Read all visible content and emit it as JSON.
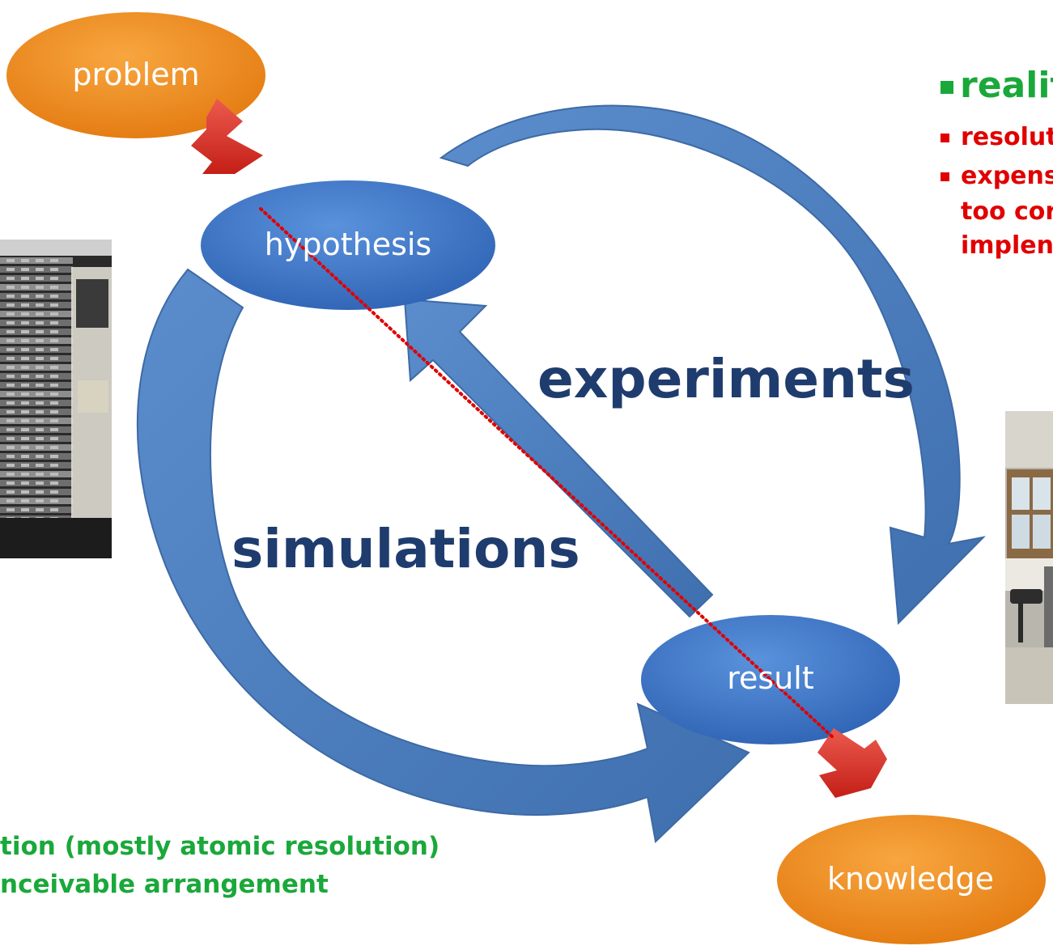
{
  "nodes": {
    "problem": "problem",
    "hypothesis": "hypothesis",
    "result": "result",
    "knowledge": "knowledge"
  },
  "labels": {
    "experiments": "experiments",
    "simulations": "simulations"
  },
  "right_notes": {
    "heading": "realit",
    "items": [
      "resolut",
      "expens",
      "too cor",
      "implen"
    ]
  },
  "left_notes": {
    "items": [
      "tion (mostly atomic resolution)",
      "nceivable arrangement"
    ]
  },
  "colors": {
    "arrow_blue": "#4a7ebb",
    "node_blue": "#3c73c6",
    "node_orange": "#f08a1c",
    "small_arrow_red": "#d42b22",
    "dotted_line": "#e00000",
    "heading_text": "#1f3c6e",
    "green_text": "#1aa83a",
    "red_text": "#e00000"
  },
  "images": {
    "left": "server-rack-photo",
    "right": "lab-room-photo"
  }
}
